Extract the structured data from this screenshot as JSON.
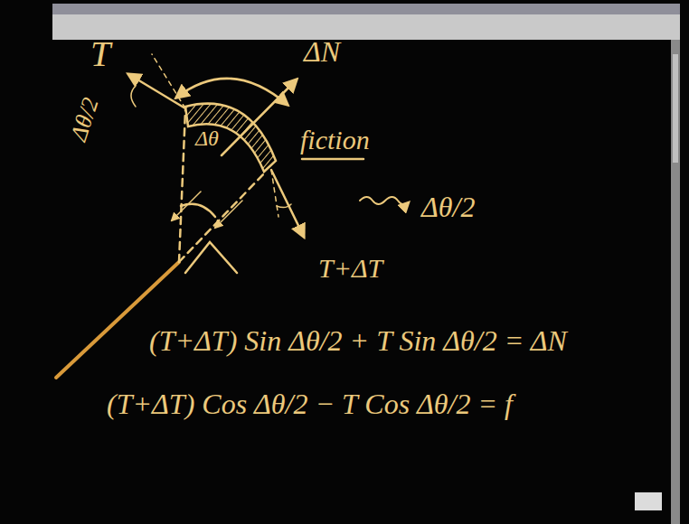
{
  "diagram": {
    "labels": [
      "T",
      "ΔN",
      "Δθ/2",
      "Δθ",
      "fiction",
      "Δθ/2",
      "T+ΔT",
      "(T+ΔT) Sin Δθ/2 + T Sin Δθ/2 = ΔN",
      "(T+ΔT) Cos Δθ/2 − T Cos Δθ/2 = f"
    ]
  }
}
